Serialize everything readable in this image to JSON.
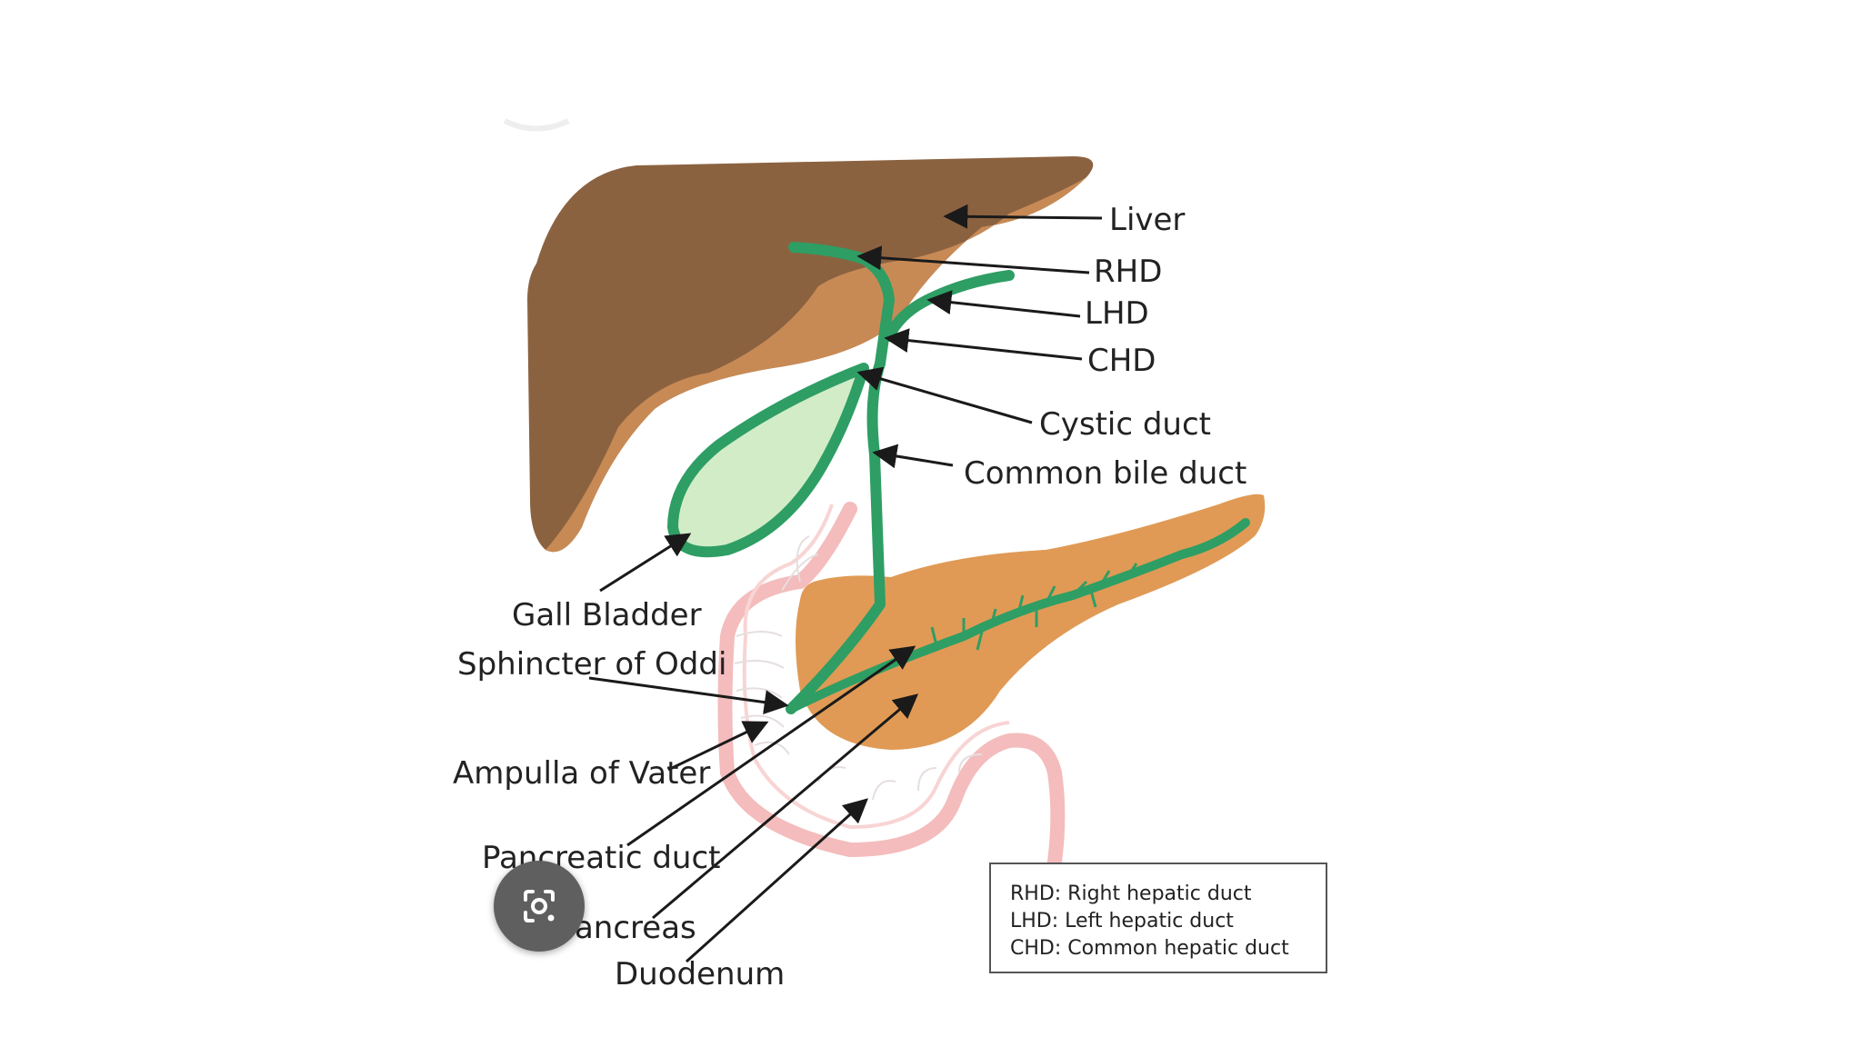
{
  "labels": {
    "liver": "Liver",
    "rhd": "RHD",
    "lhd": "LHD",
    "chd": "CHD",
    "cystic_duct": "Cystic duct",
    "common_bile_duct": "Common bile duct",
    "gall_bladder": "Gall Bladder",
    "sphincter_of_oddi": "Sphincter of Oddi",
    "ampulla_of_vater": "Ampulla of Vater",
    "pancreatic_duct": "Pancreatic duct",
    "pancreas": "Pancreas",
    "duodenum": "Duodenum"
  },
  "legend": {
    "items": [
      "RHD: Right hepatic duct",
      "LHD: Left hepatic duct",
      "CHD: Common hepatic duct"
    ]
  },
  "colors": {
    "liver_dark": "#8b6240",
    "liver_light": "#c88a55",
    "duct_green": "#2e9e64",
    "gallbladder_fill": "#d2ecc8",
    "pancreas": "#e09a55",
    "duodenum_outline": "#f4bcbc"
  },
  "icons": {
    "lens": "camera-search-icon"
  }
}
